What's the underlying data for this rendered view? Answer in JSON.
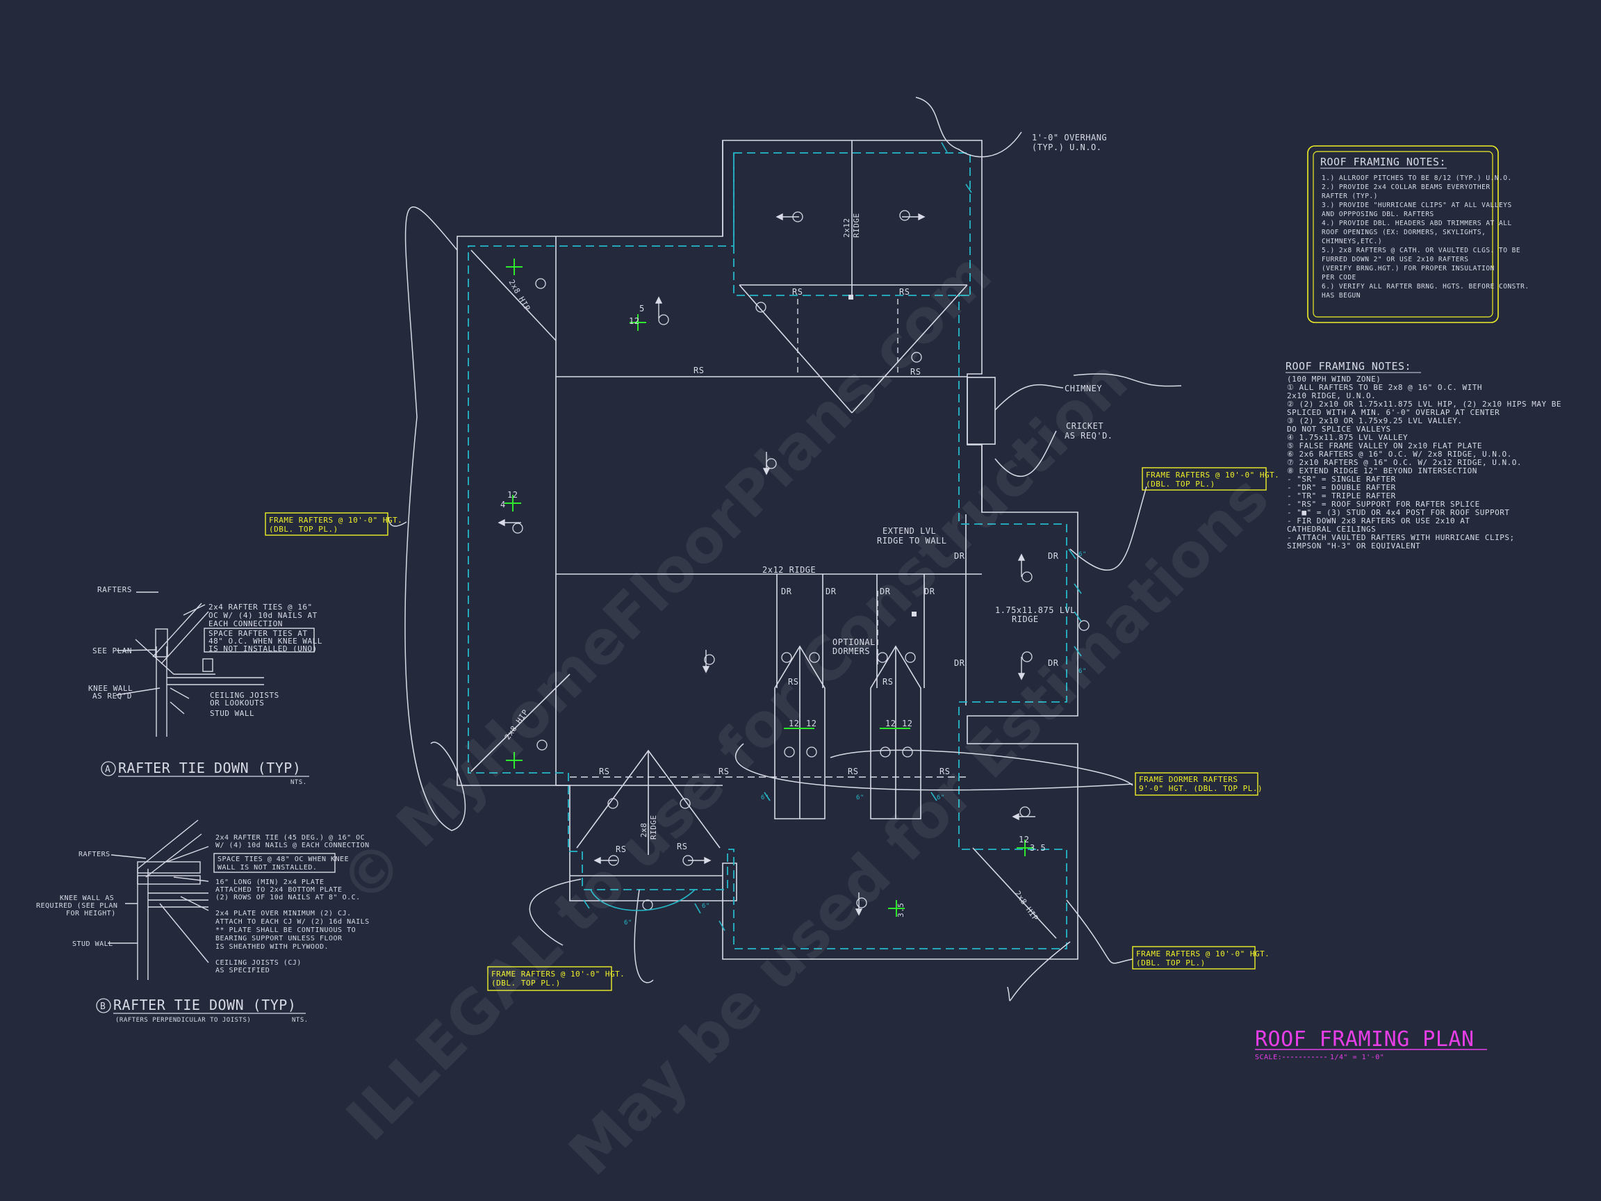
{
  "colors": {
    "background": "#242a3c",
    "lines": "#d8dbe6",
    "dashed": "#25b8c9",
    "callout": "#f0f028",
    "title": "#e83ee8",
    "pitch": "#2ee82e"
  },
  "watermark": {
    "line1": "© MyHomeFloorPlans.com",
    "line2": "ILLEGAL to use for Construction",
    "line3": "May be used for Estimations"
  },
  "notes_box": {
    "title": "ROOF FRAMING NOTES:",
    "items": [
      "1.) ALLROOF PITCHES TO BE  8/12 (TYP.) U.N.O.",
      "2.) PROVIDE 2x4 COLLAR BEAMS EVERYOTHER",
      "    RAFTER (TYP.)",
      "3.) PROVIDE \"HURRICANE CLIPS\" AT ALL VALLEYS",
      "    AND OPPPOSING DBL. RAFTERS",
      "4.) PROVIDE DBL. HEADERS ABD TRIMMERS AT ALL",
      "    ROOF OPENINGS (EX: DORMERS, SKYLIGHTS,",
      "    CHIMNEYS,ETC.)",
      "5.) 2x8 RAFTERS @ CATH. OR VAULTED CLGS. TO BE",
      "    FURRED DOWN 2\" OR USE 2x10 RAFTERS",
      "    (VERIFY BRNG.HGT.) FOR PROPER INSULATION",
      "    PER CODE",
      "6.) VERIFY ALL RAFTER BRNG. HGTS. BEFORE CONSTR.",
      "    HAS BEGUN"
    ]
  },
  "notes_list": {
    "title": "ROOF FRAMING NOTES:",
    "items": [
      "(100 MPH WIND ZONE)",
      "① ALL RAFTERS TO BE 2x8 @ 16\" O.C. WITH",
      "   2x10 RIDGE, U.N.O.",
      "② (2) 2x10 OR 1.75x11.875 LVL HIP, (2) 2x10 HIPS MAY BE",
      "   SPLICED WITH A MIN. 6'-0\" OVERLAP AT CENTER",
      "③ (2) 2x10 OR 1.75x9.25 LVL VALLEY.",
      "   DO NOT SPLICE VALLEYS",
      "④ 1.75x11.875 LVL VALLEY",
      "⑤ FALSE FRAME VALLEY ON 2x10 FLAT PLATE",
      "⑥ 2x6 RAFTERS @ 16\" O.C. W/ 2x8 RIDGE, U.N.O.",
      "⑦ 2x10 RAFTERS @ 16\" O.C. W/ 2x12 RIDGE, U.N.O.",
      "⑧ EXTEND RIDGE 12\" BEYOND INTERSECTION",
      "-  \"SR\" = SINGLE RAFTER",
      "-  \"DR\" = DOUBLE RAFTER",
      "-  \"TR\" = TRIPLE RAFTER",
      "-  \"RS\" = ROOF SUPPORT FOR RAFTER SPLICE",
      "-  \"■\" = (3) STUD OR 4x4 POST FOR ROOF SUPPORT",
      "-  FIR DOWN 2x8 RAFTERS OR USE 2x10 AT",
      "   CATHEDRAL CEILINGS",
      "-  ATTACH VAULTED RAFTERS WITH HURRICANE CLIPS;",
      "   SIMPSON \"H-3\" OR EQUIVALENT"
    ]
  },
  "title_block": {
    "title": "ROOF FRAMING PLAN",
    "scale_label": "SCALE:",
    "scale_value": "1/4\" = 1'-0\""
  },
  "detail_a": {
    "marker": "A",
    "title": "RAFTER TIE DOWN (TYP)",
    "nts": "NTS.",
    "labels": {
      "rafters": "RAFTERS",
      "ties_1": "2x4 RAFTER TIES @ 16\"",
      "ties_2": "OC W/ (4) 10d NAILS AT",
      "ties_3": "EACH CONNECTION",
      "space_1": "SPACE RAFTER TIES AT",
      "space_2": "48\" O.C. WHEN KNEE WALL",
      "space_3": "IS NOT INSTALLED (UNO)",
      "see_plan": "SEE PLAN",
      "knee_1": "KNEE WALL",
      "knee_2": "AS REQ'D",
      "joists_1": "CEILING JOISTS",
      "joists_2": "OR LOOKOUTS",
      "stud": "STUD WALL"
    }
  },
  "detail_b": {
    "marker": "B",
    "title": "RAFTER TIE DOWN (TYP)",
    "subtitle": "(RAFTERS PERPENDICULAR TO JOISTS)",
    "nts": "NTS.",
    "labels": {
      "rafters": "RAFTERS",
      "tie_1": "2x4 RAFTER TIE (45 DEG.) @ 16\" OC",
      "tie_2": "W/ (4) 10d NAILS @ EACH CONNECTION",
      "space_1": "SPACE TIES @ 48\" OC WHEN KNEE",
      "space_2": "WALL IS NOT INSTALLED.",
      "plate_1": "16\" LONG (MIN) 2x4 PLATE",
      "plate_2": "ATTACHED TO 2x4 BOTTOM PLATE",
      "plate_3": "(2) ROWS OF 10d NAILS AT 8\" O.C.",
      "over_1": "2x4 PLATE OVER MINIMUM (2) CJ.",
      "over_2": "ATTACH TO EACH CJ W/ (2) 16d NAILS",
      "over_3": "** PLATE SHALL BE CONTINUOUS TO",
      "over_4": "BEARING SUPPORT UNLESS FLOOR",
      "over_5": "IS SHEATHED WITH PLYWOOD.",
      "knee_1": "KNEE WALL AS",
      "knee_2": "REQUIRED (SEE PLAN",
      "knee_3": "FOR HEIGHT)",
      "stud": "STUD WALL",
      "cj_1": "CEILING JOISTS (CJ)",
      "cj_2": "AS SPECIFIED"
    }
  },
  "callouts": {
    "left_1": "FRAME RAFTERS @ 10'-0\" HGT.",
    "left_2": "(DBL. TOP PL.)",
    "right_top_1": "FRAME RAFTERS @ 10'-0\" HGT.",
    "right_top_2": "(DBL. TOP PL.)",
    "dormer_1": "FRAME DORMER RAFTERS",
    "dormer_2": "9'-0\" HGT. (DBL. TOP PL.)",
    "bottom_left_1": "FRAME RAFTERS @ 10'-0\" HGT.",
    "bottom_left_2": "(DBL. TOP PL.)",
    "bottom_right_1": "FRAME RAFTERS @ 10'-0\" HGT.",
    "bottom_right_2": "(DBL. TOP PL.)"
  },
  "plan_labels": {
    "overhang_1": "1'-0\" OVERHANG",
    "overhang_2": "(TYP.) U.N.O.",
    "chimney": "CHIMNEY",
    "cricket_1": "CRICKET",
    "cricket_2": "AS REQ'D.",
    "ridge_2x12": "2x12 RIDGE",
    "ridge_2x12_v": "2x12",
    "ridge_word": "RIDGE",
    "extend_1": "EXTEND LVL",
    "extend_2": "RIDGE TO WALL",
    "lvl_ridge_1": "1.75x11.875 LVL",
    "lvl_ridge_2": "RIDGE",
    "optional_1": "OPTIONAL",
    "optional_2": "DORMERS",
    "hip": "2x8 HIP",
    "ridge_2x8": "2x8",
    "rs": "RS",
    "dr": "DR",
    "pitch_12": "12",
    "pitch_4": "4",
    "pitch_5": "5",
    "pitch_35": "3.5",
    "pitch_6": "6\""
  }
}
